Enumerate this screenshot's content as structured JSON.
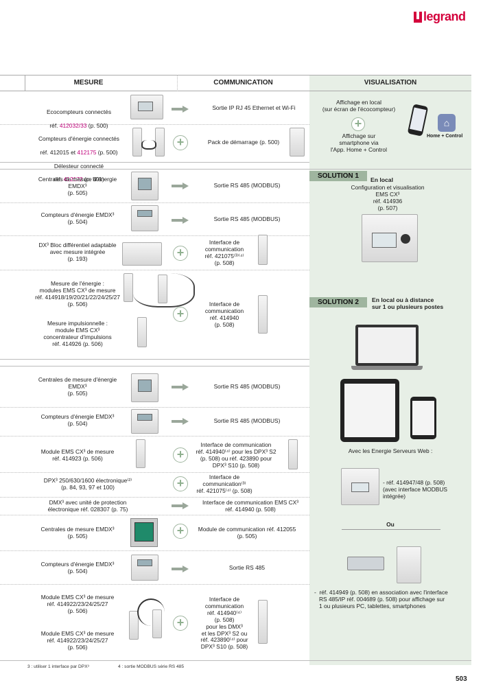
{
  "brand": "legrand",
  "headers": {
    "mesure": "MESURE",
    "communication": "COMMUNICATION",
    "visualisation": "VISUALISATION"
  },
  "s1": {
    "r1": {
      "a": "Ecocompteurs connectés",
      "b": "réf. ",
      "ref": "412032/33",
      "c": " (p. 500)",
      "comm": "Sortie IP RJ 45 Ethernet et Wi-Fi"
    },
    "r2": {
      "a": "Compteurs d'énergie connectés",
      "b": "réf. 412015 et ",
      "ref": "412175",
      "c": " (p. 500)",
      "d": "Délesteur connecté",
      "e": "réf. ",
      "ref2": "412172",
      "f": " (p. 501)",
      "comm": "Pack de démarrage (p. 500)"
    },
    "vis": {
      "local": "Affichage en local\n(sur écran de l'écocompteur)",
      "smart": "Affichage sur\nsmartphone via\nl'App. Home + Control",
      "app": "Home + Control"
    }
  },
  "s2": {
    "r1": {
      "text": "Centrales de mesure d'énergie\nEMDX³\n(p. 505)",
      "comm": "Sortie RS 485 (MODBUS)"
    },
    "r2": {
      "text": "Compteurs d'énergie EMDX³\n(p. 504)",
      "comm": "Sortie RS 485 (MODBUS)"
    },
    "r3": {
      "text": "DX³ Bloc différentiel adaptable\navec mesure intégrée\n(p. 193)",
      "comm": "Interface de\ncommunication\nréf. 421075⁽³⁾⁽⁴⁾\n(p. 508)"
    },
    "r4": {
      "text": "Mesure de l'énergie :\nmodules EMS CX³ de mesure\nréf. 414918/19/20/21/22/24/25/27\n(p. 506)",
      "text2": "Mesure impulsionnelle :\nmodule EMS CX³\nconcentrateur d'impulsions\nréf. 414926 (p. 506)",
      "comm": "Interface de\ncommunication\nréf. 414940\n(p. 508)"
    }
  },
  "sol1": {
    "label": "SOLUTION 1",
    "title": "En local",
    "desc": "Configuration et visualisation\nEMS CX³\nréf. 414936\n(p. 507)"
  },
  "sol2": {
    "label": "SOLUTION 2",
    "title": "En local ou à distance\nsur 1 ou plusieurs postes"
  },
  "s3": {
    "r1": {
      "text": "Centrales de mesure d'énergie\nEMDX³\n(p. 505)",
      "comm": "Sortie RS 485 (MODBUS)"
    },
    "r2": {
      "text": "Compteurs d'énergie EMDX³\n(p. 504)",
      "comm": "Sortie RS 485 (MODBUS)"
    },
    "r3": {
      "text": "Module EMS CX³ de mesure\nréf. 414923 (p. 506)",
      "comm": "Interface de communication\nréf. 414940⁽⁴⁾ pour les DPX³ S2\n(p. 508) ou réf. 423890 pour\nDPX³ S10 (p. 508)"
    },
    "r4": {
      "text": "DPX³ 250/630/1600 électronique⁽²⁾\n(p. 84, 93, 97 et 100)",
      "comm": "Interface de\ncommunication⁽³⁾\nréf. 421075⁽⁴⁾ (p. 508)"
    },
    "r5": {
      "text": "DMX³ avec unité de protection\nélectronique réf. 028307 (p. 75)",
      "comm": "Interface de communication EMS CX³\nréf. 414940 (p. 508)"
    },
    "r6": {
      "text": "Centrales de mesure EMDX³\n(p. 505)",
      "comm": "Module de communication réf. 412055\n(p. 505)"
    },
    "r7": {
      "text": "Compteurs d'énergie EMDX³\n(p. 504)",
      "comm": "Sortie RS 485"
    },
    "r8": {
      "text": "Module EMS CX³ de mesure\nréf. 414922/23/24/25/27\n(p. 506)",
      "text2": "Module EMS CX³ de mesure\nréf. 414922/23/24/25/27\n(p. 506)",
      "comm": "Interface de\ncommunication\nréf. 414940⁽⁴⁾\n(p. 508)\npour les DMX³\net les DPX³ S2 ou\nréf. 423890⁽⁴⁾ pour\nDPX³ S10 (p. 508)"
    }
  },
  "vis3": {
    "servers": "Avec les Energie Serveurs Web :",
    "ref1": "- réf. 414947/48 (p. 508)\n(avec interface MODBUS\nintégrée)",
    "ou": "Ou",
    "ref2": "-  réf. 414949 (p. 508) en association avec l'interface\n   RS 485/IP réf. 004689 (p. 508) pour affichage sur\n   1 ou plusieurs PC, tablettes, smartphones"
  },
  "footnotes": {
    "n3": "3 : utiliser 1 interface par DPX³",
    "n4": "4 : sortie MODBUS série RS 485"
  },
  "page_number": "503",
  "colors": {
    "brand": "#d4003b",
    "accent": "#9fb59f",
    "vis_bg": "#e7efe6",
    "ref_link": "#c0007a"
  }
}
